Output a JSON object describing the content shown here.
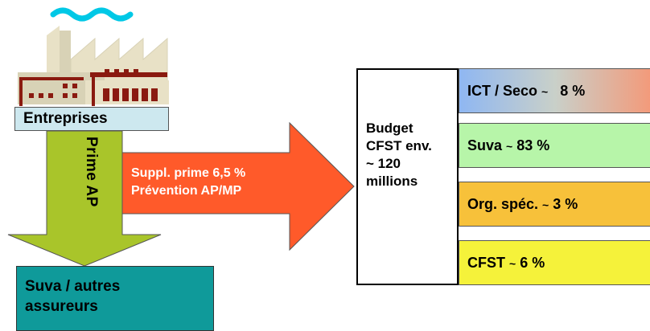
{
  "entities": {
    "entreprises": "Entreprises",
    "suva_autres": [
      "Suva / autres",
      "assureurs"
    ]
  },
  "flows": {
    "prime_ap": "Prime AP",
    "supplement": [
      "Suppl. prime 6,5 %",
      "Prévention AP/MP"
    ]
  },
  "budget": {
    "lines": [
      "Budget",
      "CFST env.",
      "~ 120",
      "millions"
    ]
  },
  "allocations": [
    {
      "name": "ICT / Seco",
      "tilde": "~",
      "share": "8 %",
      "share_value": 8
    },
    {
      "name": "Suva",
      "tilde": "~",
      "share": "83 %",
      "share_value": 83
    },
    {
      "name": "Org. spéc.",
      "tilde": "~",
      "share": "3 %",
      "share_value": 3
    },
    {
      "name": "CFST",
      "tilde": "~",
      "share": "6 %",
      "share_value": 6
    }
  ],
  "colors": {
    "down_arrow": "#a9c52a",
    "right_arrow": "#ff5a2a",
    "ict_gradient": [
      "#8fb7f2",
      "#f39a7a"
    ],
    "suva_part": "#b7f5a9",
    "org_part": "#f7c13a",
    "cfst_part": "#f5f23a",
    "suva_box": "#0f9a9a",
    "entreprises_box": "#cde8ef"
  },
  "icons": {
    "factory": "factory-icon"
  }
}
